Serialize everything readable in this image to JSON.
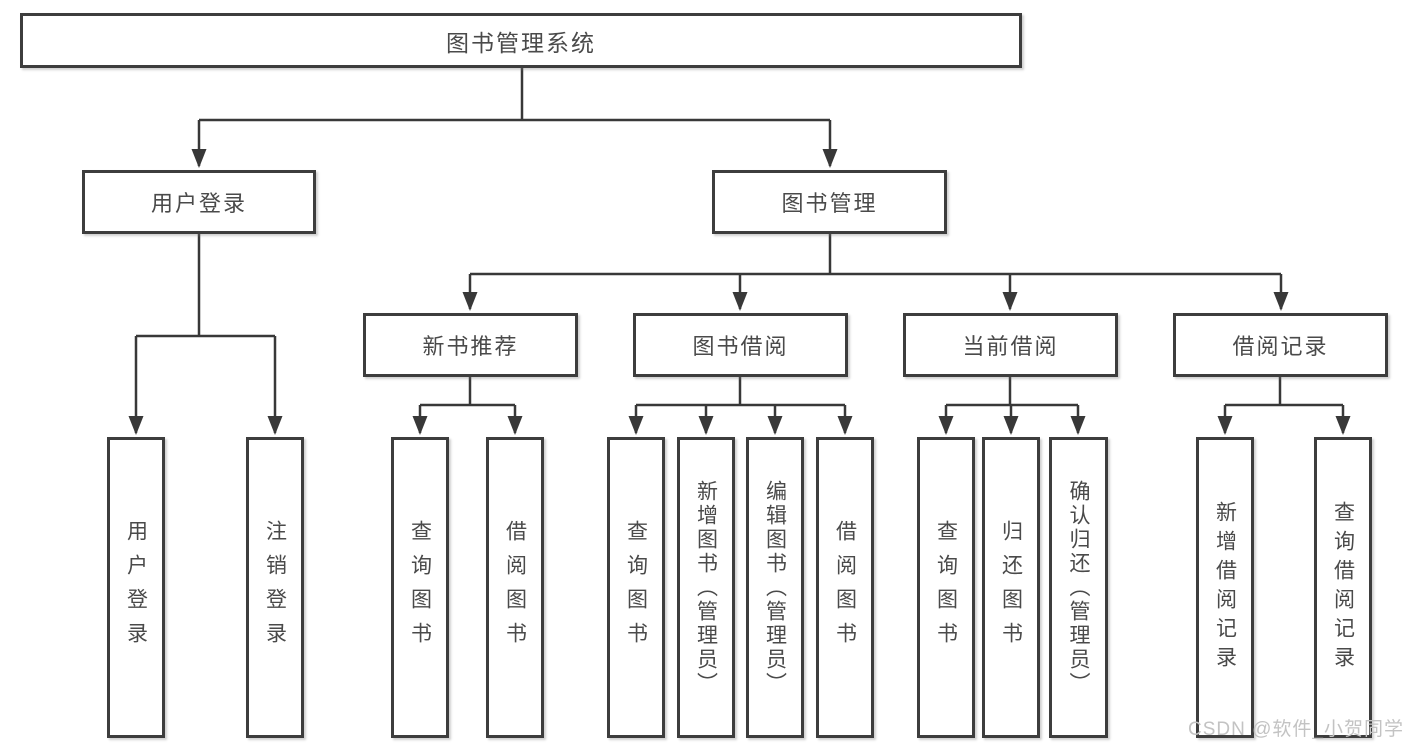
{
  "tree": {
    "label": "图书管理系统",
    "children": [
      {
        "label": "用户登录",
        "children": [
          {
            "label": "用户登录"
          },
          {
            "label": "注销登录"
          }
        ]
      },
      {
        "label": "图书管理",
        "children": [
          {
            "label": "新书推荐",
            "children": [
              {
                "label": "查询图书"
              },
              {
                "label": "借阅图书"
              }
            ]
          },
          {
            "label": "图书借阅",
            "children": [
              {
                "label": "查询图书"
              },
              {
                "label": "新增图书（管理员）"
              },
              {
                "label": "编辑图书（管理员）"
              },
              {
                "label": "借阅图书"
              }
            ]
          },
          {
            "label": "当前借阅",
            "children": [
              {
                "label": "查询图书"
              },
              {
                "label": "归还图书"
              },
              {
                "label": "确认归还（管理员）"
              }
            ]
          },
          {
            "label": "借阅记录",
            "children": [
              {
                "label": "新增借阅记录"
              },
              {
                "label": "查询借阅记录"
              }
            ]
          }
        ]
      }
    ]
  },
  "watermark": "CSDN @软件_小贺同学",
  "colors": {
    "line": "#383838",
    "box_border": "#3d3d3d",
    "text": "#4a4a4a",
    "watermark": "#c3c3c3",
    "background": "#ffffff"
  }
}
